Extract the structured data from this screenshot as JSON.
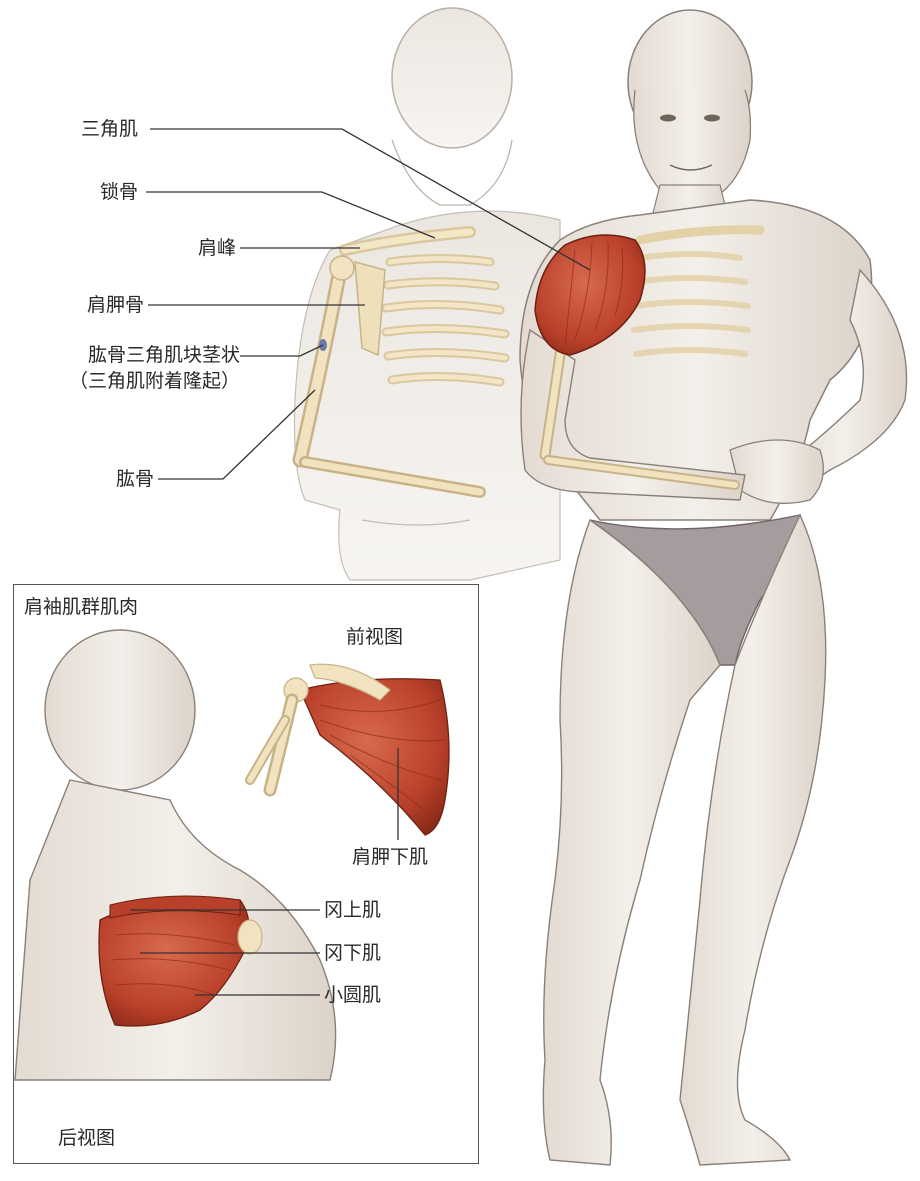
{
  "labels": {
    "deltoid": "三角肌",
    "clavicle": "锁骨",
    "acromion": "肩峰",
    "scapula": "肩胛骨",
    "deltoid_tuberosity_line1": "肱骨三角肌块茎状",
    "deltoid_tuberosity_line2": "（三角肌附着隆起）",
    "humerus": "肱骨"
  },
  "inset": {
    "title": "肩袖肌群肌肉",
    "front_view": "前视图",
    "back_view": "后视图",
    "subscapularis": "肩胛下肌",
    "supraspinatus": "冈上肌",
    "infraspinatus": "冈下肌",
    "teres_minor": "小圆肌"
  },
  "colors": {
    "skin": "#ece6df",
    "skin_shade": "#d9d0c6",
    "bone": "#f1e2c0",
    "muscle": "#c24a2f",
    "muscle_dark": "#8f2c19",
    "trunks": "#a69b9d",
    "leader_line": "#333333"
  }
}
